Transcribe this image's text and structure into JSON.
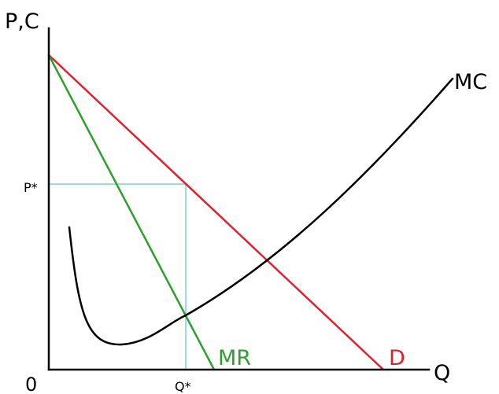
{
  "axes": {
    "y_label": "P,C",
    "x_label": "Q",
    "origin_label": "0"
  },
  "ticks": {
    "price": "P*",
    "quantity": "Q*"
  },
  "curves": {
    "demand": {
      "label": "D",
      "color": "#e2202c"
    },
    "marginal_revenue": {
      "label": "MR",
      "color": "#2ca02c"
    },
    "marginal_cost": {
      "label": "MC",
      "color": "#000000"
    }
  },
  "guides": {
    "color": "#9ed8ec"
  }
}
